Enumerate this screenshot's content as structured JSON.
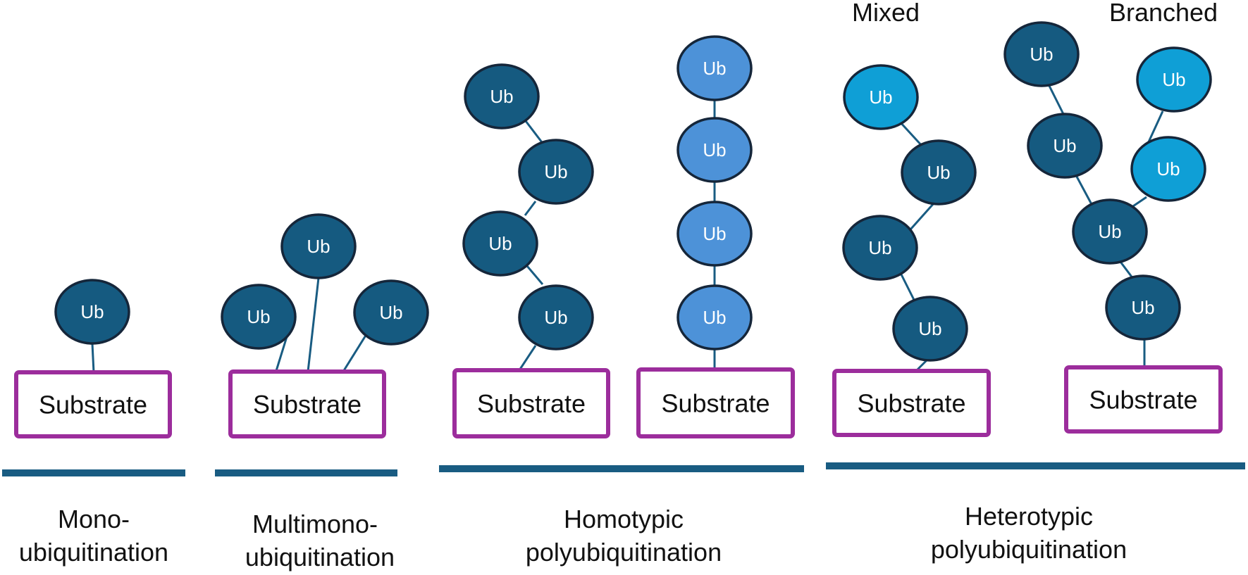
{
  "ub_label": "Ub",
  "substrate_label": "Substrate",
  "colors": {
    "ub_dark": "#155a80",
    "ub_medium": "#4d92d8",
    "ub_light": "#0f9fd6",
    "outline": "#15263a",
    "substrate_border": "#9c2d9c",
    "category_bar": "#195c82"
  },
  "categories": [
    {
      "line1": "Mono-",
      "line2": "ubiquitination"
    },
    {
      "line1": "Multimono-",
      "line2": "ubiquitination"
    },
    {
      "line1": "Homotypic",
      "line2": "polyubiquitination"
    },
    {
      "line1": "Heterotypic",
      "line2": "polyubiquitination"
    }
  ],
  "headings": {
    "mixed": "Mixed",
    "branched": "Branched"
  }
}
